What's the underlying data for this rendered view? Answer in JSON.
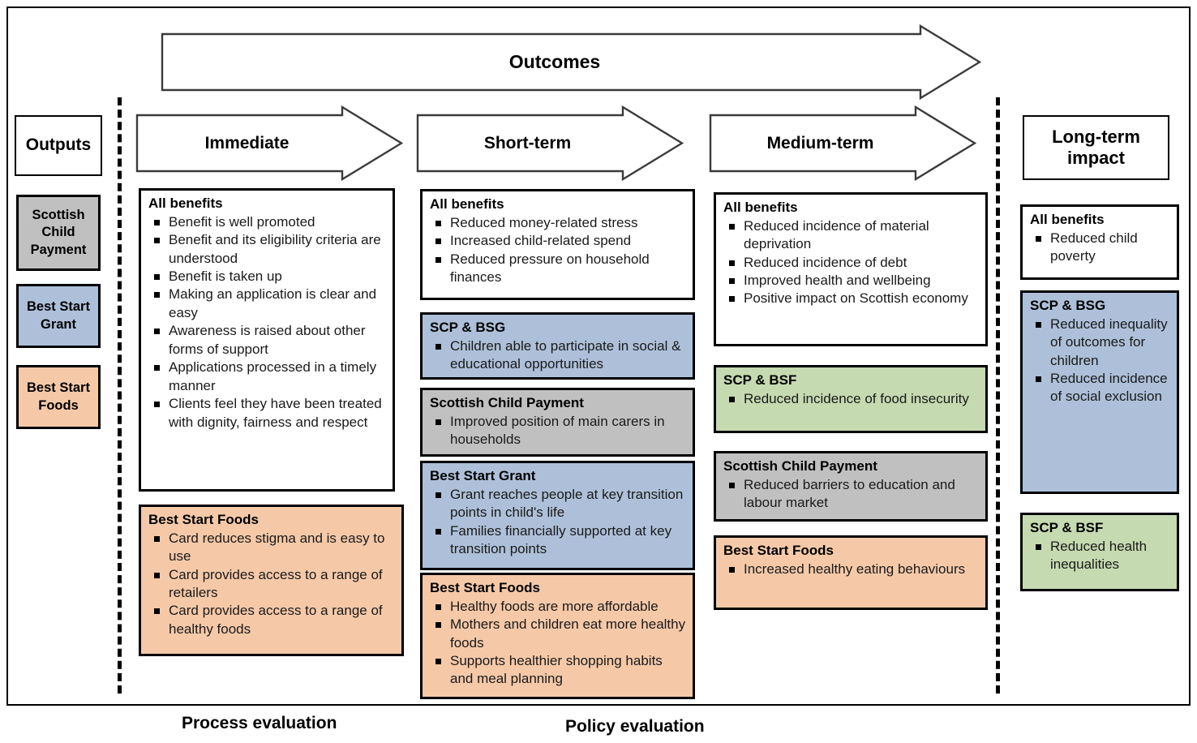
{
  "diagram": {
    "title": "Outcomes logic model",
    "colors": {
      "all_benefits": "#ffffff",
      "scottish_child_payment": "#c0c0c0",
      "best_start_grant": "#aec0d9",
      "best_start_foods": "#f5c9a8",
      "scp_bsf": "#c5dab0",
      "border": "#000000"
    }
  },
  "outcomes_arrow": {
    "label": "Outcomes"
  },
  "phases": [
    {
      "label": "Immediate"
    },
    {
      "label": "Short-term"
    },
    {
      "label": "Medium-term"
    }
  ],
  "outputs_column": {
    "header": "Outputs",
    "items": [
      {
        "label": "Scottish Child Payment",
        "color": "#c0c0c0"
      },
      {
        "label": "Best Start Grant",
        "color": "#aec0d9"
      },
      {
        "label": "Best Start Foods",
        "color": "#f5c9a8"
      }
    ]
  },
  "long_term_column": {
    "header": "Long-term impact"
  },
  "immediate_boxes": [
    {
      "title": "All benefits",
      "color": "#ffffff",
      "items": [
        "Benefit is well promoted",
        "Benefit and its eligibility criteria are understood",
        "Benefit is taken up",
        "Making an application is clear and easy",
        "Awareness is raised about other forms of support",
        "Applications processed in a timely manner",
        "Clients feel they have been treated with dignity, fairness and respect"
      ]
    },
    {
      "title": "Best Start Foods",
      "color": "#f5c9a8",
      "items": [
        "Card reduces stigma and is easy to use",
        "Card provides access to a range of retailers",
        "Card provides access to a range of healthy foods"
      ]
    }
  ],
  "short_term_boxes": [
    {
      "title": "All benefits",
      "color": "#ffffff",
      "items": [
        "Reduced money-related stress",
        "Increased child-related spend",
        "Reduced pressure on household finances"
      ]
    },
    {
      "title": "SCP & BSG",
      "color": "#aec0d9",
      "items": [
        "Children able to participate in social & educational opportunities"
      ]
    },
    {
      "title": "Scottish Child Payment",
      "color": "#c0c0c0",
      "items": [
        "Improved position of main carers in households"
      ]
    },
    {
      "title": "Best Start Grant",
      "color": "#aec0d9",
      "items": [
        "Grant reaches people at key transition points in child's life",
        "Families financially supported at key transition points"
      ]
    },
    {
      "title": "Best Start Foods",
      "color": "#f5c9a8",
      "items": [
        "Healthy foods are more affordable",
        "Mothers and children eat more healthy foods",
        "Supports healthier shopping habits and meal planning"
      ]
    }
  ],
  "medium_term_boxes": [
    {
      "title": "All benefits",
      "color": "#ffffff",
      "items": [
        "Reduced incidence of material deprivation",
        "Reduced incidence of debt",
        "Improved health and wellbeing",
        "Positive impact on Scottish economy"
      ]
    },
    {
      "title": "SCP & BSF",
      "color": "#c5dab0",
      "items": [
        "Reduced incidence of food insecurity"
      ]
    },
    {
      "title": "Scottish Child Payment",
      "color": "#c0c0c0",
      "items": [
        "Reduced barriers to education and labour market"
      ]
    },
    {
      "title": "Best Start Foods",
      "color": "#f5c9a8",
      "items": [
        "Increased healthy eating behaviours"
      ]
    }
  ],
  "long_term_boxes": [
    {
      "title": "All benefits",
      "color": "#ffffff",
      "items": [
        "Reduced child poverty"
      ]
    },
    {
      "title": "SCP & BSG",
      "color": "#aec0d9",
      "items": [
        "Reduced inequality of outcomes for children",
        "Reduced incidence of social exclusion"
      ]
    },
    {
      "title": "SCP & BSF",
      "color": "#c5dab0",
      "items": [
        "Reduced health inequalities"
      ]
    }
  ],
  "captions": [
    {
      "label": "Process evaluation"
    },
    {
      "label": "Policy evaluation"
    }
  ]
}
